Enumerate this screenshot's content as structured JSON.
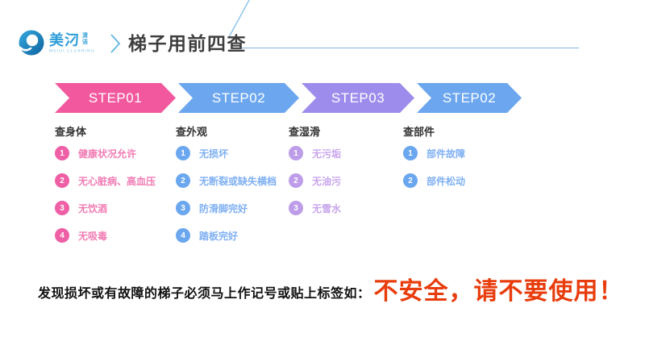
{
  "logo": {
    "brand": "美汈",
    "brand_sub": "清洁",
    "brand_en": "MEIDI CLEANING",
    "accent_color": "#2b9cd8"
  },
  "header": {
    "title": "梯子用前四查"
  },
  "steps": [
    {
      "label": "STEP01",
      "header": "查身体",
      "banner_color": "#f2589e",
      "badge_color": "#ef5fa5",
      "item_color": "#f17cb4",
      "items": [
        {
          "num": "1",
          "text": "健康状况允许"
        },
        {
          "num": "2",
          "text": "无心脏病、高血压"
        },
        {
          "num": "3",
          "text": "无饮酒"
        },
        {
          "num": "4",
          "text": "无吸毒"
        }
      ]
    },
    {
      "label": "STEP02",
      "header": "查外观",
      "banner_color": "#6ba6ee",
      "badge_color": "#6ba7ef",
      "item_color": "#7fb0f2",
      "items": [
        {
          "num": "1",
          "text": "无损坏"
        },
        {
          "num": "2",
          "text": "无断裂或缺失横档"
        },
        {
          "num": "3",
          "text": "防滑脚完好"
        },
        {
          "num": "4",
          "text": "踏板完好"
        }
      ]
    },
    {
      "label": "STEP03",
      "header": "查湿滑",
      "banner_color": "#9e8cec",
      "badge_color": "#bd9de9",
      "item_color": "#c8a5ec",
      "items": [
        {
          "num": "1",
          "text": "无污垢"
        },
        {
          "num": "2",
          "text": "无油污"
        },
        {
          "num": "3",
          "text": "无雪水"
        }
      ]
    },
    {
      "label": "STEP02",
      "header": "查部件",
      "banner_color": "#6ba6ee",
      "badge_color": "#6ba7ef",
      "item_color": "#7fb0f2",
      "items": [
        {
          "num": "1",
          "text": "部件故障"
        },
        {
          "num": "2",
          "text": "部件松动"
        }
      ]
    }
  ],
  "footer": {
    "lead": "发现损坏或有故障的梯子必须马上作记号或贴上标签如：",
    "warning": "不安全，请不要使用！",
    "warning_color": "#e83c0c"
  }
}
